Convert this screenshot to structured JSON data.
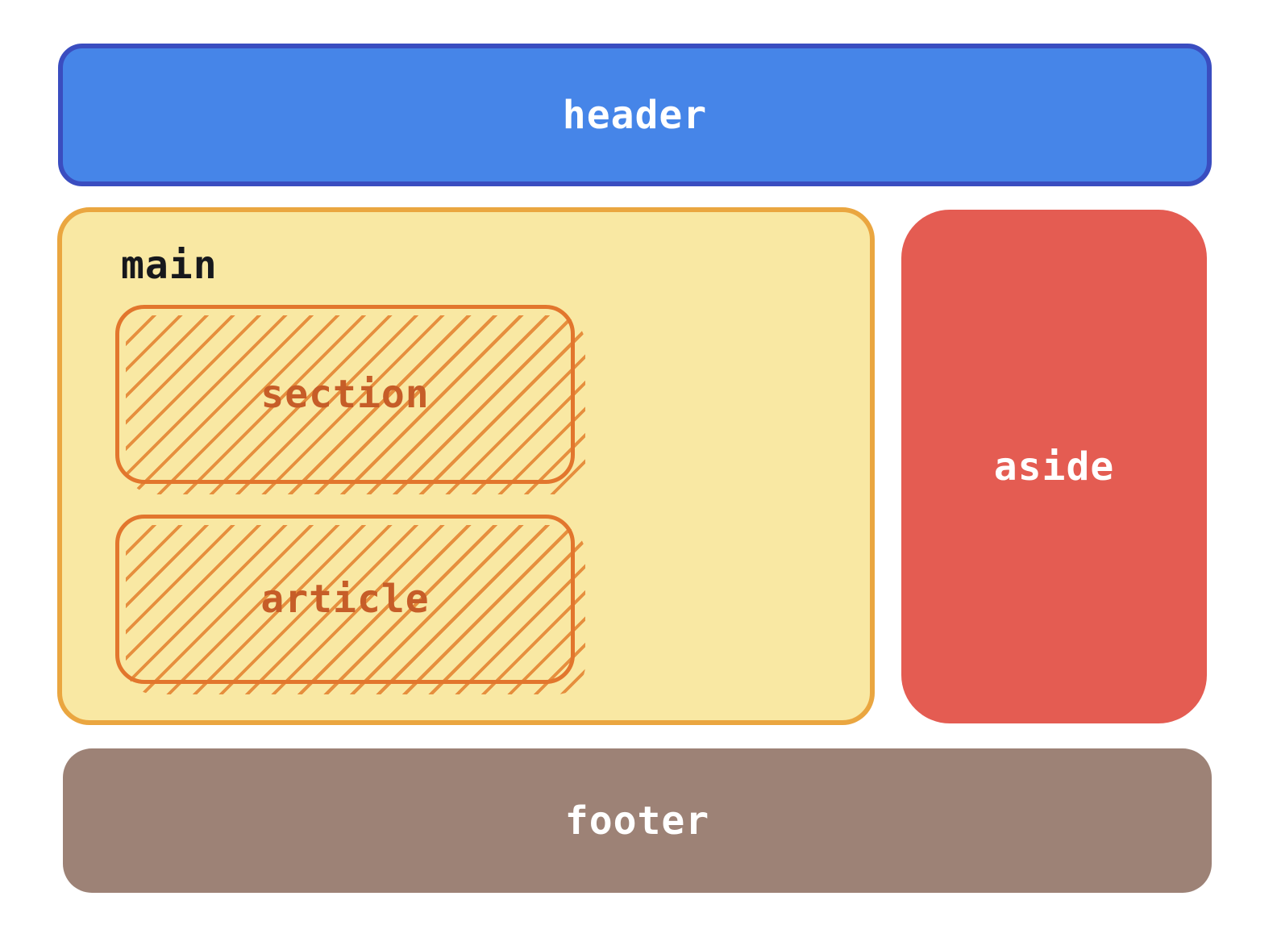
{
  "colors": {
    "canvas_bg": "#ffffff",
    "header_fill": "#4685e8",
    "header_border": "#3a4dc0",
    "main_fill": "#f9e8a3",
    "main_border": "#eaa640",
    "inner_border": "#e2762d",
    "hatch_line": "#e68f3e",
    "inner_text": "#c65d28",
    "aside_fill": "#e45c52",
    "footer_fill": "#9d8276",
    "light_text": "#ffffff",
    "dark_text": "#17181c"
  },
  "boxes": {
    "header": {
      "label": "header"
    },
    "main": {
      "label": "main"
    },
    "section": {
      "label": "section"
    },
    "article": {
      "label": "article"
    },
    "aside": {
      "label": "aside"
    },
    "footer": {
      "label": "footer"
    }
  }
}
